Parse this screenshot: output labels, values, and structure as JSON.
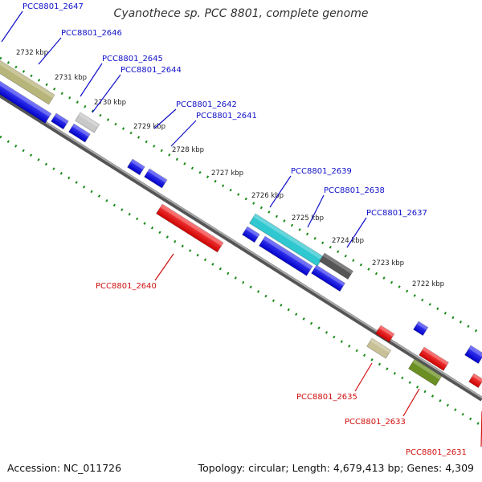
{
  "title": "Cyanothece sp. PCC 8801, complete genome",
  "footer": {
    "accession": "Accession: NC_011726",
    "summary": "Topology: circular; Length: 4,679,413 bp; Genes: 4,309"
  },
  "colors": {
    "forward_label": "#1010c8",
    "reverse_label": "#d01010",
    "scale_tick": "#1a7f1a",
    "backbone": "#888888"
  },
  "scale_ticks": [
    "2732 kbp",
    "2731 kbp",
    "2730 kbp",
    "2729 kbp",
    "2728 kbp",
    "2727 kbp",
    "2726 kbp",
    "2725 kbp",
    "2724 kbp",
    "2723 kbp",
    "2722 kbp"
  ],
  "genes_forward": [
    "PCC8801_2647",
    "PCC8801_2646",
    "PCC8801_2645",
    "PCC8801_2644",
    "PCC8801_2642",
    "PCC8801_2641",
    "PCC8801_2639",
    "PCC8801_2638",
    "PCC8801_2637"
  ],
  "genes_reverse": [
    "PCC8801_2640",
    "PCC8801_2635",
    "PCC8801_2633",
    "PCC8801_2631"
  ]
}
